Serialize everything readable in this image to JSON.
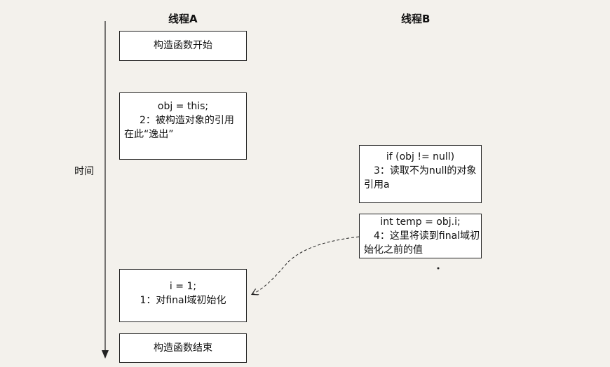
{
  "columns": {
    "thread_a": "线程A",
    "thread_b": "线程B"
  },
  "timeline_label": "时间",
  "thread_a_boxes": {
    "constructor_start": "构造函数开始",
    "escape_code": "obj = this;",
    "escape_desc_line1": "2：被构造对象的引用",
    "escape_desc_line2": "在此“逸出”",
    "init_code": "i = 1;",
    "init_desc": "1：对final域初始化",
    "constructor_end": "构造函数结束"
  },
  "thread_b_boxes": {
    "read_ref_code": "if (obj != null)",
    "read_ref_desc_line1": "3：读取不为null的对象",
    "read_ref_desc_line2": "引用a",
    "read_field_code": "int temp = obj.i;",
    "read_field_desc_line1": "4：这里将读到final域初",
    "read_field_desc_line2": "始化之前的值"
  },
  "colors": {
    "background": "#f3f1ec",
    "box_border": "#222222",
    "ghost_text": "#cfccc6"
  }
}
